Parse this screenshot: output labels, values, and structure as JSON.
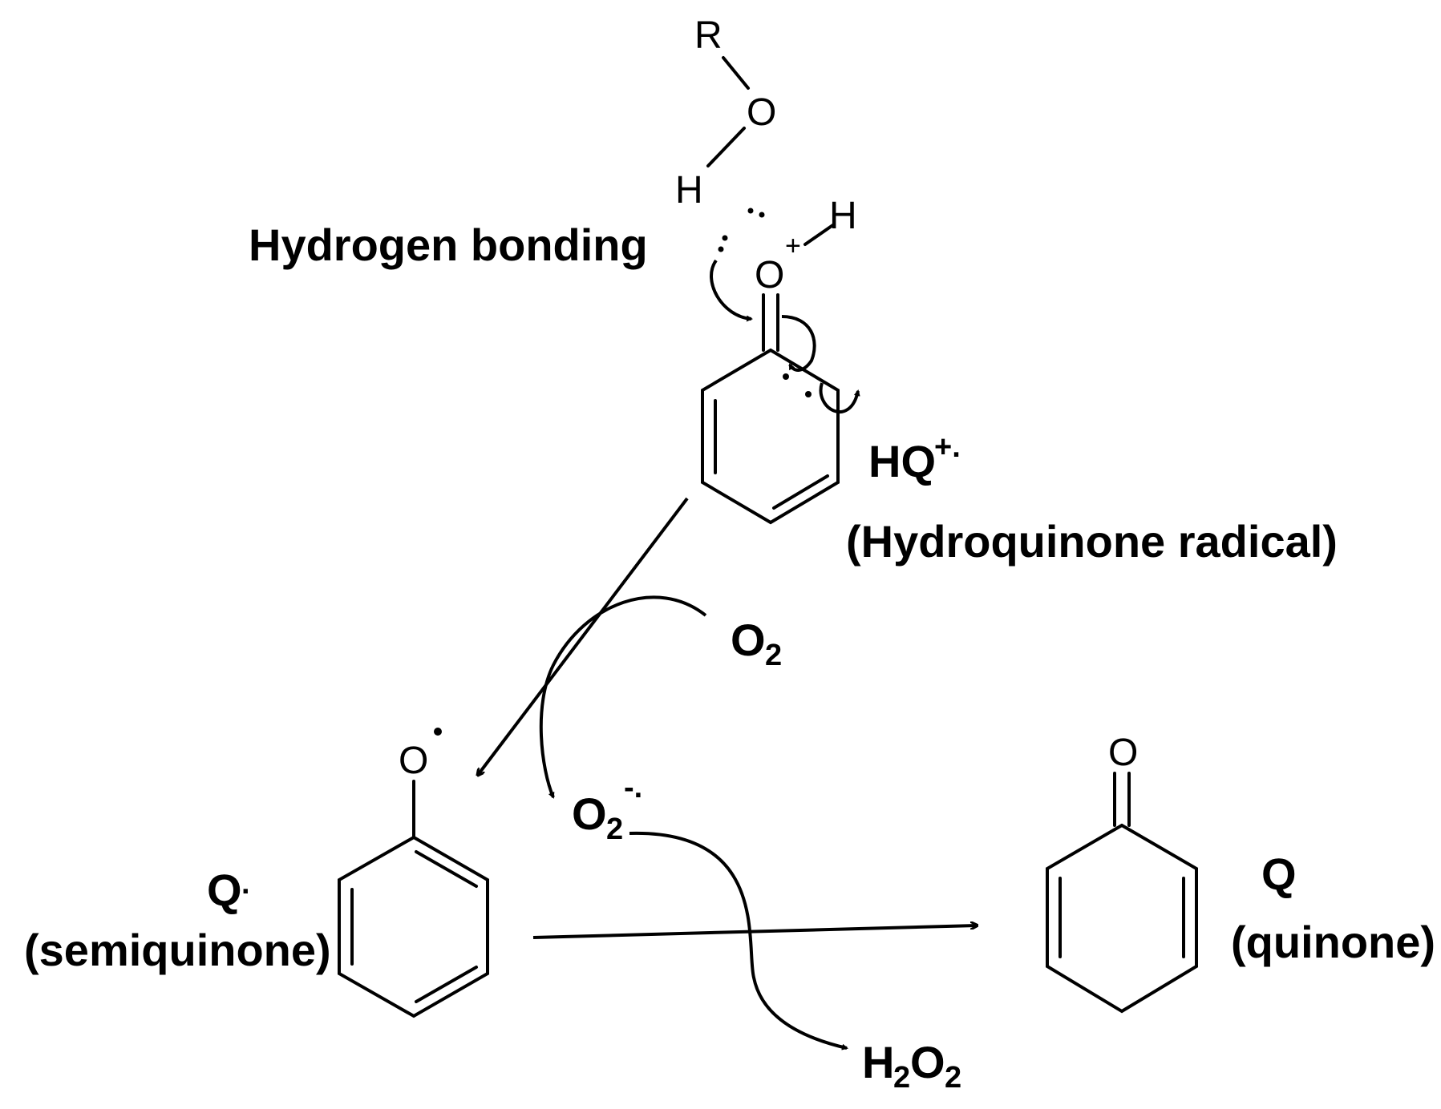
{
  "labels": {
    "hydrogen_bonding": "Hydrogen bonding",
    "hq_main": "HQ",
    "hq_charge": "+.",
    "hq_name": "(Hydroquinone radical)",
    "o2_main": "O",
    "o2_sub": "2",
    "superoxide_main": "O",
    "superoxide_sub": "2",
    "superoxide_charge": "-.",
    "semiquinone_main": "Q",
    "semiquinone_dot": ".",
    "semiquinone_name": "(semiquinone)",
    "quinone_main": "Q",
    "quinone_name": "(quinone)",
    "h2o2_h": "H",
    "h2o2_sub1": "2",
    "h2o2_o": "O",
    "h2o2_sub2": "2"
  },
  "atoms": {
    "r": "R",
    "o_roh": "O",
    "h_roh": "H",
    "o_protonated": "O",
    "o_plus": "+",
    "h_protonated": "H",
    "o_semiquinone": "O",
    "o_quinone": "O"
  }
}
